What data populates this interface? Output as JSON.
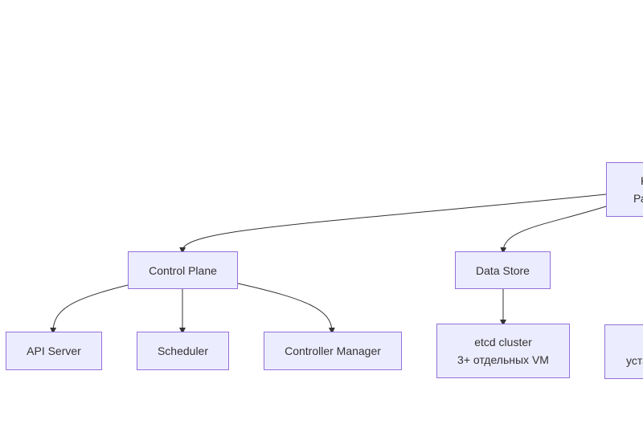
{
  "nodes": {
    "root": {
      "line1": "K",
      "line2": "Раз"
    },
    "control_plane": "Control Plane",
    "data_store": "Data Store",
    "api_server": "API Server",
    "scheduler": "Scheduler",
    "controller_manager": "Controller Manager",
    "etcd": {
      "line1": "etcd cluster",
      "line2": "3+ отдельных VM"
    },
    "partial_right": {
      "line1": "",
      "line2": "уста"
    }
  },
  "colors": {
    "node_fill": "#ECECFF",
    "node_border": "#9370DB",
    "edge": "#333333"
  }
}
